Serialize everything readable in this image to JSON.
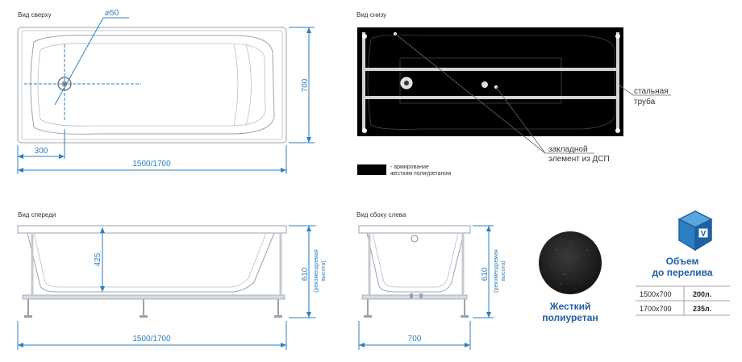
{
  "views": {
    "top": {
      "title": "Вид сверху",
      "drain_diameter": "⌀50",
      "width_dim": "700",
      "length_dim": "1500/1700",
      "offset_dim": "300"
    },
    "bottom": {
      "title": "Вид снизу",
      "pipe_label_1": "стальная",
      "pipe_label_2": "труба",
      "insert_label_1": "закладной",
      "insert_label_2": "элемент из ДСП"
    },
    "front": {
      "title": "Вид спереди",
      "depth_dim": "425",
      "height_dim": "610",
      "height_note_1": "(рекомендуемая",
      "height_note_2": "высота)",
      "length_dim": "1500/1700"
    },
    "side": {
      "title": "Вид сбоку слева",
      "height_dim": "610",
      "height_note_1": "(рекомендуемая",
      "height_note_2": "высота)",
      "width_dim": "700"
    }
  },
  "legend": {
    "line_1": "- армирование",
    "line_2": "жестким полиуретаном"
  },
  "material": {
    "line_1": "Жесткий",
    "line_2": "полиуретан"
  },
  "volume": {
    "title_1": "Объем",
    "title_2": "до перелива",
    "icon_letter": "V",
    "rows": [
      {
        "size": "1500x700",
        "value": "200л."
      },
      {
        "size": "1700x700",
        "value": "235л."
      }
    ]
  },
  "colors": {
    "accent": "#2c7fc1",
    "dark_blue": "#1f5fa3",
    "black": "#000000"
  }
}
